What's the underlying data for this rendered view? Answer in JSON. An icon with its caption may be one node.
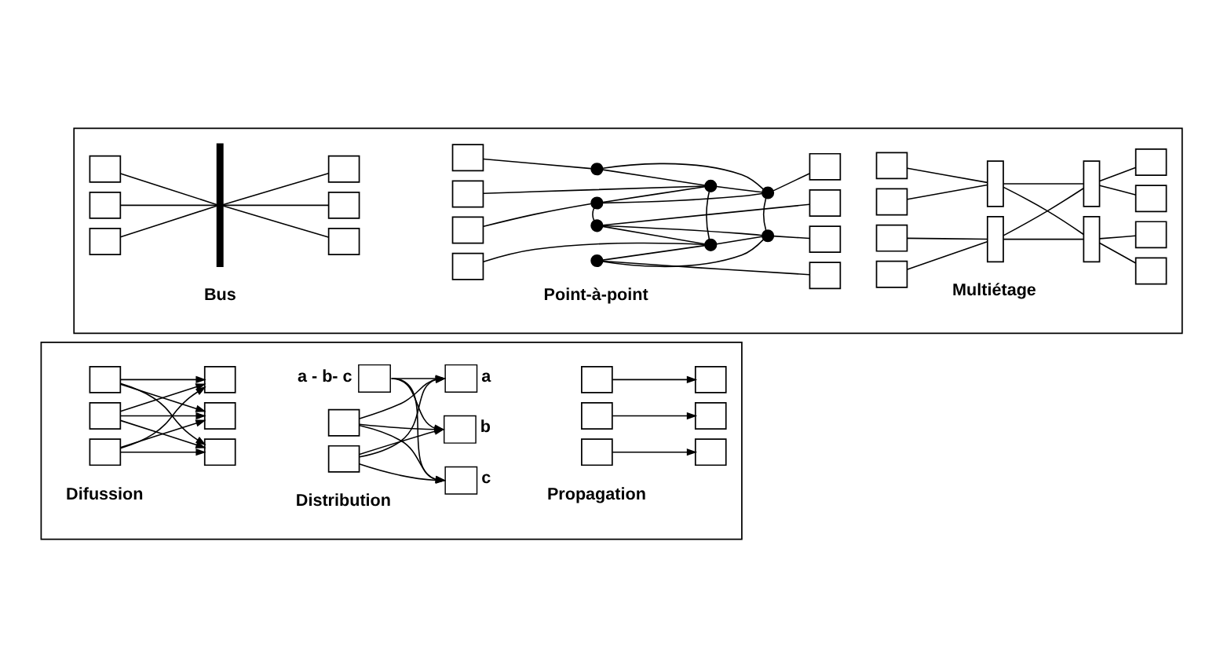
{
  "diagram": {
    "nodes": [
      {
        "text": [],
        "shape": "box"
      },
      {
        "text": [],
        "shape": "box",
        "in": 0
      },
      {
        "text": [],
        "shape": "box",
        "in": 0
      },
      {
        "text": [],
        "shape": "box",
        "in": 0
      },
      {
        "text": [],
        "shape": "bar",
        "in": 0
      },
      {
        "text": [],
        "shape": "box",
        "in": 0
      },
      {
        "text": [],
        "shape": "box",
        "in": 0
      },
      {
        "text": [],
        "shape": "box",
        "in": 0
      },
      {
        "text": [],
        "shape": "box",
        "in": 0
      },
      {
        "text": [],
        "shape": "box",
        "in": 0
      },
      {
        "text": [],
        "shape": "box",
        "in": 0
      },
      {
        "text": [],
        "shape": "box",
        "in": 0
      },
      {
        "text": [],
        "shape": "circle",
        "in": 0
      },
      {
        "text": [],
        "shape": "circle",
        "in": 0
      },
      {
        "text": [],
        "shape": "circle",
        "in": 0
      },
      {
        "text": [],
        "shape": "circle",
        "in": 0
      },
      {
        "text": [],
        "shape": "circle",
        "in": 0
      },
      {
        "text": [],
        "shape": "circle",
        "in": 0
      },
      {
        "text": [],
        "shape": "circle",
        "in": 0
      },
      {
        "text": [],
        "shape": "circle",
        "in": 0
      },
      {
        "text": [],
        "shape": "box",
        "in": 0
      },
      {
        "text": [],
        "shape": "box",
        "in": 0
      },
      {
        "text": [],
        "shape": "box",
        "in": 0
      },
      {
        "text": [],
        "shape": "box",
        "in": 0
      },
      {
        "text": [],
        "shape": "box",
        "in": 0
      },
      {
        "text": [],
        "shape": "box",
        "in": 0
      },
      {
        "text": [],
        "shape": "box",
        "in": 0
      },
      {
        "text": [],
        "shape": "box",
        "in": 0
      },
      {
        "text": [],
        "shape": "box",
        "in": 0
      },
      {
        "text": [],
        "shape": "box",
        "in": 0
      },
      {
        "text": [],
        "shape": "box",
        "in": 0
      },
      {
        "text": [],
        "shape": "box",
        "in": 0
      },
      {
        "text": [],
        "shape": "box",
        "in": 0
      },
      {
        "text": [],
        "shape": "box",
        "in": 0
      },
      {
        "text": [],
        "shape": "box",
        "in": 0
      },
      {
        "text": [],
        "shape": "box",
        "in": 0
      },
      {
        "text": [],
        "shape": "box"
      },
      {
        "text": [],
        "shape": "box",
        "in": 36
      },
      {
        "text": [],
        "shape": "box",
        "in": 36
      },
      {
        "text": [],
        "shape": "box",
        "in": 36
      },
      {
        "text": [],
        "shape": "box",
        "in": 36
      },
      {
        "text": [],
        "shape": "box",
        "in": 36
      },
      {
        "text": [],
        "shape": "box",
        "in": 36
      },
      {
        "text": [],
        "shape": "box",
        "in": 36,
        "beside": [
          "a - b- c"
        ]
      },
      {
        "text": [],
        "shape": "box",
        "in": 36
      },
      {
        "text": [],
        "shape": "box",
        "in": 36
      },
      {
        "text": [],
        "shape": "box",
        "in": 36,
        "beside": [
          "a"
        ]
      },
      {
        "text": [],
        "shape": "box",
        "in": 36,
        "beside": [
          "b"
        ]
      },
      {
        "text": [],
        "shape": "box",
        "in": 36,
        "beside": [
          "c"
        ]
      },
      {
        "text": [],
        "shape": "box",
        "in": 36
      },
      {
        "text": [],
        "shape": "box",
        "in": 36
      },
      {
        "text": [],
        "shape": "box",
        "in": 36
      },
      {
        "text": [],
        "shape": "box",
        "in": 36
      },
      {
        "text": [],
        "shape": "box",
        "in": 36
      },
      {
        "text": [],
        "shape": "box",
        "in": 36
      }
    ],
    "edges": [
      {
        "from": 1,
        "to": 4,
        "arrow": "none"
      },
      {
        "from": 2,
        "to": 4,
        "arrow": "none"
      },
      {
        "from": 3,
        "to": 4,
        "arrow": "none"
      },
      {
        "from": 4,
        "to": 5,
        "arrow": "none"
      },
      {
        "from": 4,
        "to": 6,
        "arrow": "none"
      },
      {
        "from": 4,
        "to": 7,
        "arrow": "none"
      },
      {
        "from": 8,
        "to": 12,
        "arrow": "none"
      },
      {
        "from": 9,
        "to": 13,
        "arrow": "none"
      },
      {
        "from": 10,
        "to": 15,
        "arrow": "none"
      },
      {
        "from": 11,
        "to": 17,
        "arrow": "none"
      },
      {
        "from": 12,
        "to": 13,
        "arrow": "none"
      },
      {
        "from": 12,
        "to": 14,
        "arrow": "none"
      },
      {
        "from": 13,
        "to": 14,
        "arrow": "none"
      },
      {
        "from": 13,
        "to": 15,
        "arrow": "none"
      },
      {
        "from": 14,
        "to": 15,
        "arrow": "none"
      },
      {
        "from": 13,
        "to": 17,
        "arrow": "none"
      },
      {
        "from": 14,
        "to": 18,
        "arrow": "none"
      },
      {
        "from": 15,
        "to": 16,
        "arrow": "none"
      },
      {
        "from": 16,
        "to": 17,
        "arrow": "none"
      },
      {
        "from": 16,
        "to": 18,
        "arrow": "none"
      },
      {
        "from": 17,
        "to": 18,
        "arrow": "none"
      },
      {
        "from": 17,
        "to": 19,
        "arrow": "none"
      },
      {
        "from": 18,
        "to": 19,
        "arrow": "none"
      },
      {
        "from": 14,
        "to": 20,
        "arrow": "none"
      },
      {
        "from": 16,
        "to": 21,
        "arrow": "none"
      },
      {
        "from": 18,
        "to": 22,
        "arrow": "none"
      },
      {
        "from": 19,
        "to": 23,
        "arrow": "none"
      },
      {
        "from": 24,
        "to": 28,
        "arrow": "none"
      },
      {
        "from": 25,
        "to": 28,
        "arrow": "none"
      },
      {
        "from": 26,
        "to": 30,
        "arrow": "none"
      },
      {
        "from": 27,
        "to": 30,
        "arrow": "none"
      },
      {
        "from": 28,
        "to": 29,
        "arrow": "none"
      },
      {
        "from": 28,
        "to": 31,
        "arrow": "none"
      },
      {
        "from": 30,
        "to": 29,
        "arrow": "none"
      },
      {
        "from": 30,
        "to": 31,
        "arrow": "none"
      },
      {
        "from": 29,
        "to": 32,
        "arrow": "none"
      },
      {
        "from": 29,
        "to": 33,
        "arrow": "none"
      },
      {
        "from": 31,
        "to": 34,
        "arrow": "none"
      },
      {
        "from": 31,
        "to": 35,
        "arrow": "none"
      },
      {
        "from": 37,
        "to": 40,
        "arrow": "to"
      },
      {
        "from": 37,
        "to": 41,
        "arrow": "to"
      },
      {
        "from": 37,
        "to": 42,
        "arrow": "to"
      },
      {
        "from": 38,
        "to": 40,
        "arrow": "to"
      },
      {
        "from": 38,
        "to": 41,
        "arrow": "to"
      },
      {
        "from": 38,
        "to": 42,
        "arrow": "to"
      },
      {
        "from": 39,
        "to": 40,
        "arrow": "to"
      },
      {
        "from": 39,
        "to": 41,
        "arrow": "to"
      },
      {
        "from": 39,
        "to": 42,
        "arrow": "to"
      },
      {
        "from": 43,
        "to": 46,
        "arrow": "to"
      },
      {
        "from": 43,
        "to": 47,
        "arrow": "to"
      },
      {
        "from": 43,
        "to": 48,
        "arrow": "to"
      },
      {
        "from": 44,
        "to": 46,
        "arrow": "to"
      },
      {
        "from": 44,
        "to": 47,
        "arrow": "to"
      },
      {
        "from": 44,
        "to": 48,
        "arrow": "to"
      },
      {
        "from": 45,
        "to": 46,
        "arrow": "to"
      },
      {
        "from": 45,
        "to": 47,
        "arrow": "to"
      },
      {
        "from": 45,
        "to": 48,
        "arrow": "to"
      },
      {
        "from": 49,
        "to": 52,
        "arrow": "to"
      },
      {
        "from": 50,
        "to": 53,
        "arrow": "to"
      },
      {
        "from": 51,
        "to": 54,
        "arrow": "to"
      }
    ],
    "labels": [
      "Bus",
      "Point-à-point",
      "Multiétage",
      "Difussion",
      "Distribution",
      "Propagation"
    ]
  }
}
